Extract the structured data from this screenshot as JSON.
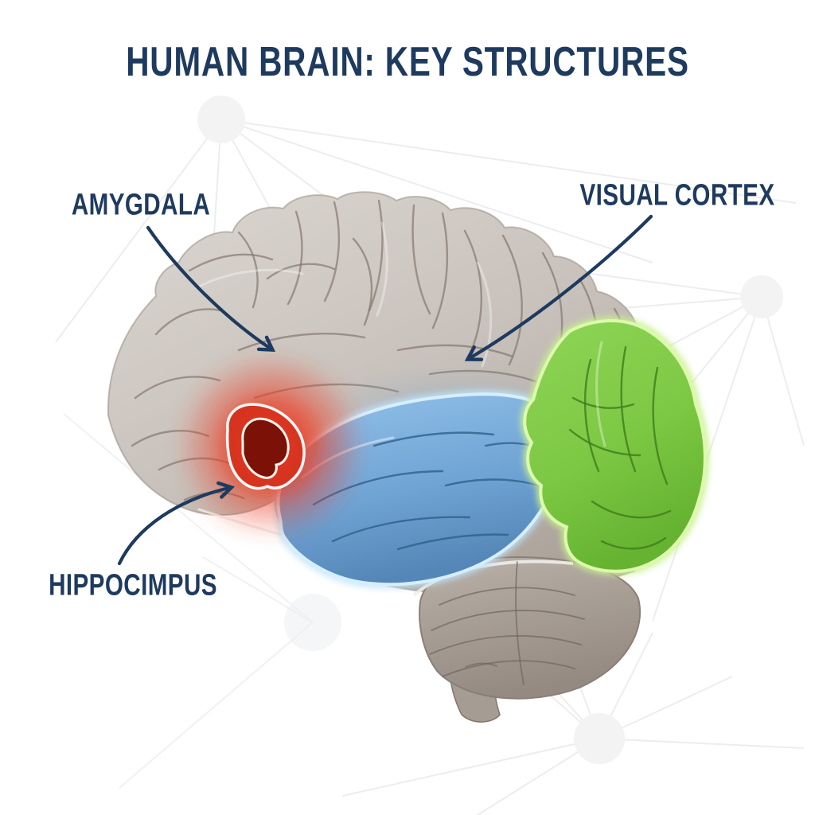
{
  "title": "HUMAN BRAIN: KEY STRUCTURES",
  "labels": {
    "amygdala": "AMYGDALA",
    "visual_cortex": "VISUAL CORTEX",
    "hippocampus": "HIPPOCIMPUS"
  },
  "regions": [
    {
      "id": "amygdala",
      "label": "AMYGDALA",
      "highlight_color": "#d93321",
      "outline_color": "#ffffff"
    },
    {
      "id": "temporal-lobe",
      "label": "HIPPOCIMPUS",
      "highlight_color": "#6fa3d4",
      "outline_color": "#cdeafc"
    },
    {
      "id": "visual-cortex",
      "label": "VISUAL CORTEX",
      "highlight_color": "#7cc843",
      "outline_color": "#ddf9ad"
    }
  ],
  "colors": {
    "background": "#ffffff",
    "text_navy": "#1e3a5f",
    "arrow_navy": "#1e3a5f",
    "brain_grey": "#c8c1bb",
    "network_grey": "#ededed"
  }
}
